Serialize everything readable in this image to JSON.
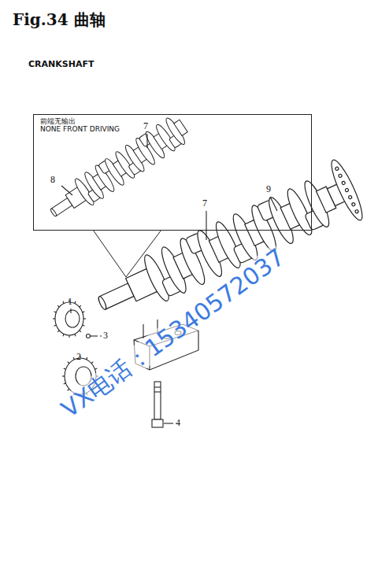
{
  "diagram": {
    "title": "Fig.34 曲轴",
    "nodes": [
      {
        "text": [
          "前端无输出",
          "NONE FRONT DRIVING"
        ]
      }
    ],
    "edges": [],
    "labels": [
      "CRANKSHAFT",
      "7",
      "8",
      "7",
      "9",
      "1",
      "3",
      "2",
      "4",
      "VX电话：15340572037"
    ]
  }
}
